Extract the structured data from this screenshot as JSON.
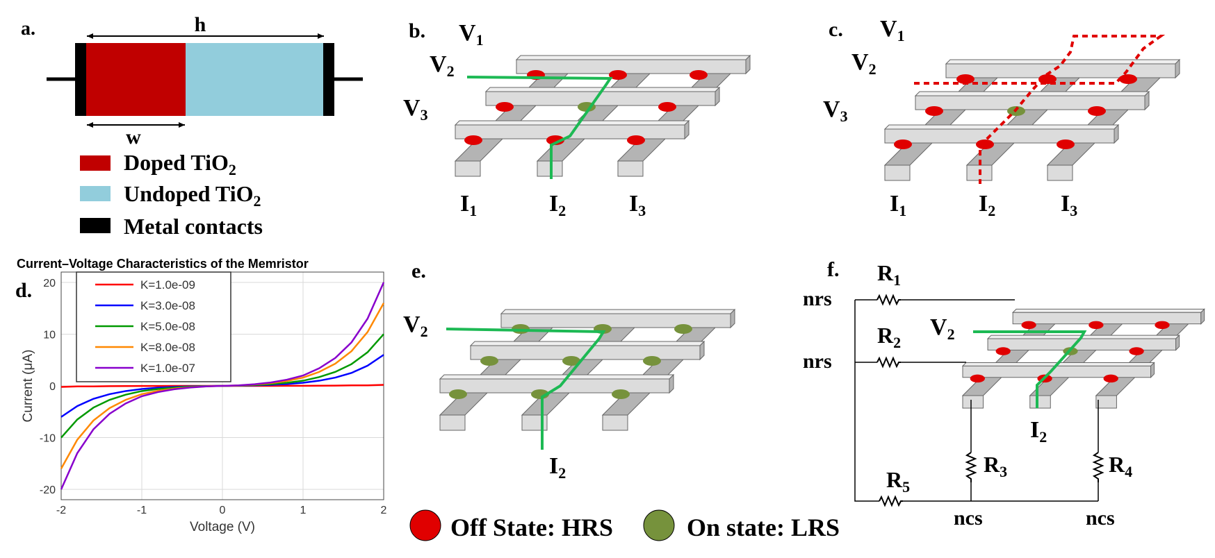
{
  "panel_a": {
    "label": "a.",
    "h_label": "h",
    "w_label": "w",
    "legend": [
      {
        "text": "Doped TiO",
        "sub": "2",
        "color": "#c00000"
      },
      {
        "text": "Undoped TiO",
        "sub": "2",
        "color": "#92cddc"
      },
      {
        "text": "Metal contacts",
        "sub": "",
        "color": "#000000"
      }
    ]
  },
  "panel_b": {
    "label": "b.",
    "rows": [
      {
        "v": "V",
        "s": "1"
      },
      {
        "v": "V",
        "s": "2"
      },
      {
        "v": "V",
        "s": "3"
      }
    ],
    "cols": [
      {
        "v": "I",
        "s": "1"
      },
      {
        "v": "I",
        "s": "2"
      },
      {
        "v": "I",
        "s": "3"
      }
    ]
  },
  "panel_c": {
    "label": "c.",
    "rows": [
      {
        "v": "V",
        "s": "1"
      },
      {
        "v": "V",
        "s": "2"
      },
      {
        "v": "V",
        "s": "3"
      }
    ],
    "cols": [
      {
        "v": "I",
        "s": "1"
      },
      {
        "v": "I",
        "s": "2"
      },
      {
        "v": "I",
        "s": "3"
      }
    ]
  },
  "panel_e": {
    "label": "e.",
    "row": {
      "v": "V",
      "s": "2"
    },
    "col": {
      "v": "I",
      "s": "2"
    }
  },
  "panel_f": {
    "label": "f.",
    "resistors": [
      {
        "v": "R",
        "s": "1"
      },
      {
        "v": "R",
        "s": "2"
      },
      {
        "v": "R",
        "s": "3"
      },
      {
        "v": "R",
        "s": "4"
      },
      {
        "v": "R",
        "s": "5"
      }
    ],
    "nrs_labels": [
      "nrs",
      "nrs"
    ],
    "ncs_labels": [
      "ncs",
      "ncs"
    ],
    "row": {
      "v": "V",
      "s": "2"
    },
    "col": {
      "v": "I",
      "s": "2"
    }
  },
  "state_legend": [
    {
      "text": "Off State: HRS",
      "color": "#e00000"
    },
    {
      "text": "On state: LRS",
      "color": "#76923c"
    }
  ],
  "colors": {
    "off": "#e00000",
    "on": "#76923c",
    "path": "#1db954",
    "sneak": "#e00000"
  },
  "chart_data": {
    "panel_label": "d.",
    "type": "line",
    "title": "Current–Voltage Characteristics of the Memristor",
    "xlabel": "Voltage (V)",
    "ylabel": "Current  (μA)",
    "xlim": [
      -2,
      2
    ],
    "ylim": [
      -22,
      22
    ],
    "xticks": [
      -2,
      -1,
      0,
      1,
      2
    ],
    "yticks": [
      -20,
      -10,
      0,
      10,
      20
    ],
    "grid": true,
    "legend_position": "top-left",
    "x": [
      -2.0,
      -1.8,
      -1.6,
      -1.4,
      -1.2,
      -1.0,
      -0.8,
      -0.6,
      -0.4,
      -0.2,
      0.0,
      0.2,
      0.4,
      0.6,
      0.8,
      1.0,
      1.2,
      1.4,
      1.6,
      1.8,
      2.0
    ],
    "series": [
      {
        "name": "K=1.0e-09",
        "color": "#ff0000",
        "values": [
          -0.2,
          -0.1,
          -0.1,
          -0.05,
          -0.03,
          -0.02,
          -0.01,
          -0.005,
          0,
          0,
          0,
          0,
          0,
          0.005,
          0.01,
          0.02,
          0.03,
          0.05,
          0.1,
          0.1,
          0.2
        ]
      },
      {
        "name": "K=3.0e-08",
        "color": "#0000ff",
        "values": [
          -6.0,
          -3.9,
          -2.5,
          -1.6,
          -1.0,
          -0.6,
          -0.35,
          -0.2,
          -0.1,
          -0.03,
          0,
          0.03,
          0.1,
          0.2,
          0.35,
          0.6,
          1.0,
          1.6,
          2.5,
          3.9,
          6.0
        ]
      },
      {
        "name": "K=5.0e-08",
        "color": "#009900",
        "values": [
          -10.0,
          -6.5,
          -4.2,
          -2.7,
          -1.7,
          -1.0,
          -0.6,
          -0.33,
          -0.16,
          -0.05,
          0,
          0.05,
          0.16,
          0.33,
          0.6,
          1.0,
          1.7,
          2.7,
          4.2,
          6.5,
          10.0
        ]
      },
      {
        "name": "K=8.0e-08",
        "color": "#ff8800",
        "values": [
          -16.0,
          -10.4,
          -6.7,
          -4.3,
          -2.7,
          -1.6,
          -0.95,
          -0.53,
          -0.26,
          -0.08,
          0,
          0.08,
          0.26,
          0.53,
          0.95,
          1.6,
          2.7,
          4.3,
          6.7,
          10.4,
          16.0
        ]
      },
      {
        "name": "K=1.0e-07",
        "color": "#8800cc",
        "values": [
          -20.0,
          -13.0,
          -8.4,
          -5.4,
          -3.4,
          -2.0,
          -1.2,
          -0.66,
          -0.32,
          -0.1,
          0,
          0.1,
          0.32,
          0.66,
          1.2,
          2.0,
          3.4,
          5.4,
          8.4,
          13.0,
          20.0
        ]
      }
    ]
  }
}
